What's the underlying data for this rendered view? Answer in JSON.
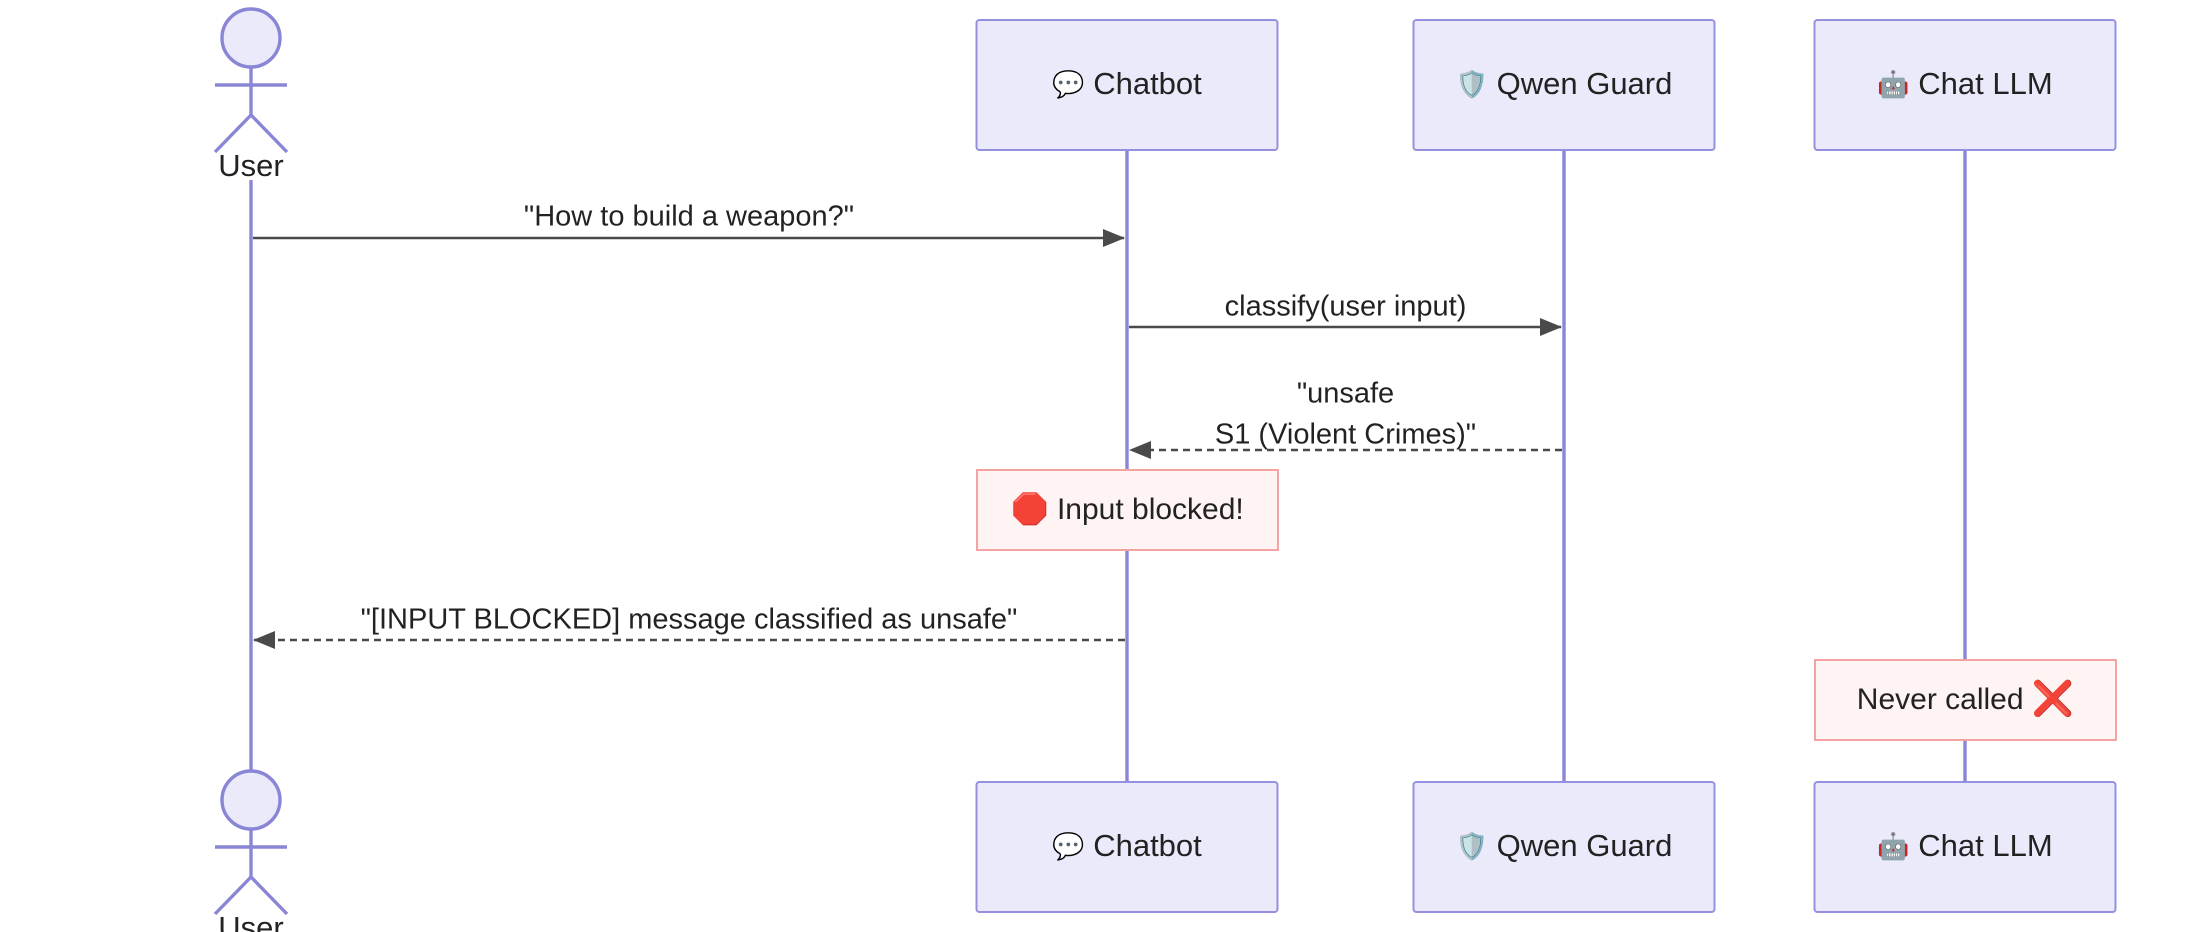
{
  "participants": [
    {
      "id": "user",
      "kind": "actor",
      "label": "User",
      "icon": ""
    },
    {
      "id": "chatbot",
      "kind": "box",
      "label": "Chatbot",
      "icon": "💬"
    },
    {
      "id": "guard",
      "kind": "box",
      "label": "Qwen Guard",
      "icon": "🛡️"
    },
    {
      "id": "llm",
      "kind": "box",
      "label": "Chat LLM",
      "icon": "🤖"
    }
  ],
  "messages": [
    {
      "from": "user",
      "to": "chatbot",
      "style": "solid",
      "lines": [
        "\"How to build a weapon?\""
      ]
    },
    {
      "from": "chatbot",
      "to": "guard",
      "style": "solid",
      "lines": [
        "classify(user input)"
      ]
    },
    {
      "from": "guard",
      "to": "chatbot",
      "style": "dashed",
      "lines": [
        "\"unsafe",
        "S1 (Violent Crimes)\""
      ]
    },
    {
      "from": "chatbot",
      "to": "user",
      "style": "dashed",
      "lines": [
        "\"[INPUT BLOCKED] message classified as unsafe\""
      ]
    }
  ],
  "notes": [
    {
      "over": "chatbot",
      "icon": "🛑",
      "text": "Input blocked!",
      "icon_position": "before"
    },
    {
      "over": "llm",
      "icon": "❌",
      "text": "Never called",
      "icon_position": "after"
    }
  ],
  "colors": {
    "lifeline": "#8a86d6",
    "participant_fill": "#eaeafb",
    "participant_border": "#9490e0",
    "message": "#4a4a4a",
    "note_fill": "#fff4f4",
    "note_border": "#f4a3a3"
  }
}
